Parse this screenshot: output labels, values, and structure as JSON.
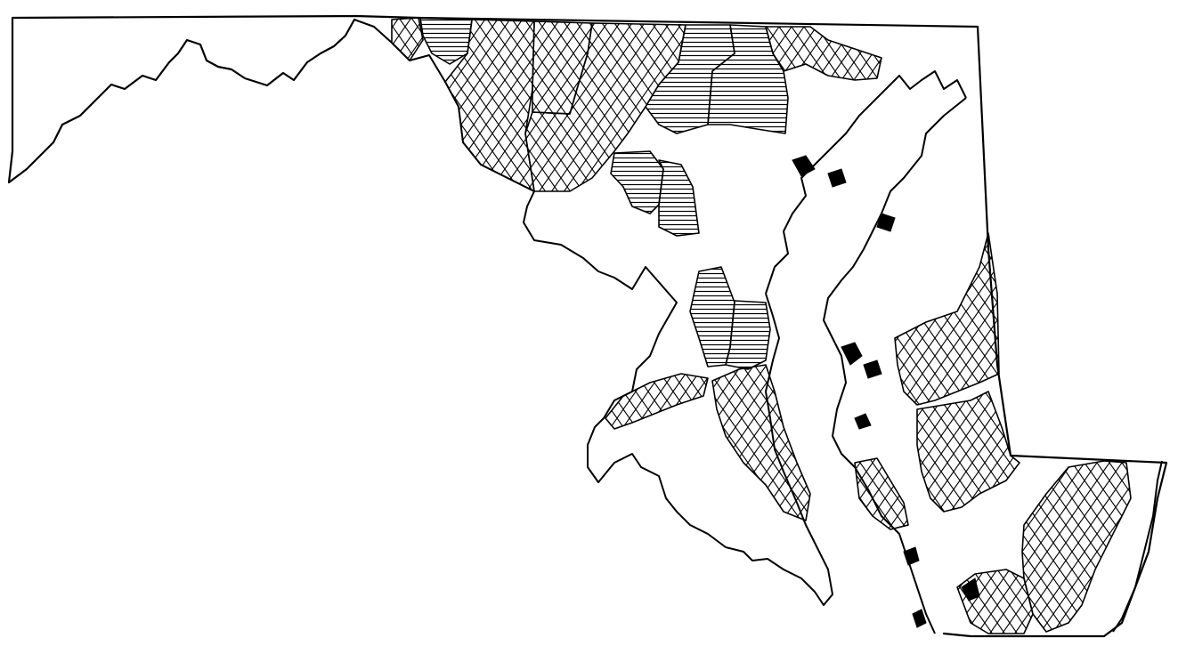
{
  "map": {
    "subject": "state-outline-map",
    "ink_color": "#000000",
    "paper_color": "#ffffff",
    "fill_patterns": [
      {
        "id": "crosshatch",
        "icon": "diagonal-crosshatch-pattern"
      },
      {
        "id": "horizontal",
        "icon": "horizontal-lines-pattern"
      }
    ],
    "regions": [
      {
        "id": "nw-frederick-a",
        "pattern": "crosshatch"
      },
      {
        "id": "nw-frederick-b",
        "pattern": "horizontal"
      },
      {
        "id": "north-central-a",
        "pattern": "crosshatch"
      },
      {
        "id": "north-central-b",
        "pattern": "crosshatch"
      },
      {
        "id": "north-central-c",
        "pattern": "crosshatch"
      },
      {
        "id": "north-east-a",
        "pattern": "horizontal"
      },
      {
        "id": "north-east-b",
        "pattern": "horizontal"
      },
      {
        "id": "north-east-c",
        "pattern": "crosshatch"
      },
      {
        "id": "central-a",
        "pattern": "horizontal"
      },
      {
        "id": "central-b",
        "pattern": "horizontal"
      },
      {
        "id": "southern-a",
        "pattern": "horizontal"
      },
      {
        "id": "southern-b",
        "pattern": "horizontal"
      },
      {
        "id": "southern-peninsula",
        "pattern": "crosshatch"
      },
      {
        "id": "potomac-strip",
        "pattern": "crosshatch"
      },
      {
        "id": "eastern-shore-a",
        "pattern": "crosshatch"
      },
      {
        "id": "eastern-shore-b",
        "pattern": "crosshatch"
      },
      {
        "id": "eastern-shore-c",
        "pattern": "crosshatch"
      },
      {
        "id": "lower-shore-a",
        "pattern": "crosshatch"
      },
      {
        "id": "lower-shore-b",
        "pattern": "crosshatch"
      }
    ]
  }
}
